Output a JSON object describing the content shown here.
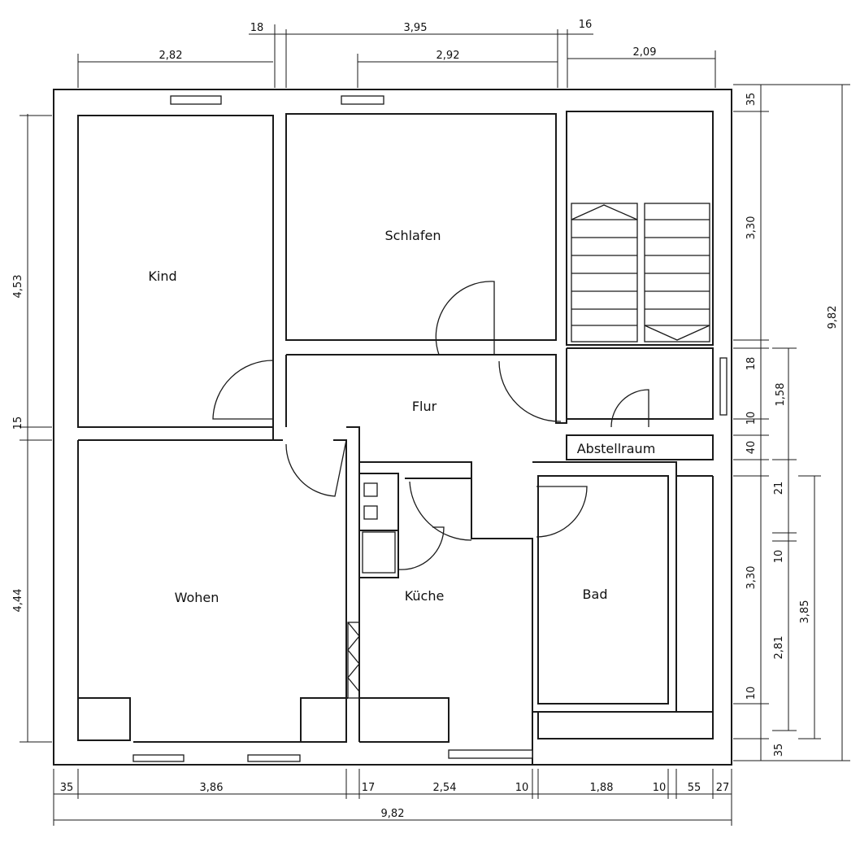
{
  "rooms": {
    "kind": "Kind",
    "schlafen": "Schlafen",
    "flur": "Flur",
    "abstellraum": "Abstellraum",
    "wohen": "Wohen",
    "kueche": "Küche",
    "bad": "Bad"
  },
  "dimensions": {
    "top": {
      "d18": "18",
      "d395": "3,95",
      "d16": "16",
      "d282": "2,82",
      "d292": "2,92",
      "d209": "2,09"
    },
    "bottom": {
      "d35": "35",
      "d386": "3,86",
      "d17": "17",
      "d254": "2,54",
      "d10a": "10",
      "d188": "1,88",
      "d10b": "10",
      "d55": "55",
      "d27": "27",
      "d982": "9,82"
    },
    "left": {
      "d453": "4,53",
      "d15": "15",
      "d444": "4,44"
    },
    "right": {
      "d35a": "35",
      "d330a": "3,30",
      "d18": "18",
      "d158": "1,58",
      "d10a": "10",
      "d40": "40",
      "d21": "21",
      "d10b": "10",
      "d330b": "3,30",
      "d385": "3,85",
      "d281": "2,81",
      "d10c": "10",
      "d35b": "35",
      "d982": "9,82"
    }
  }
}
